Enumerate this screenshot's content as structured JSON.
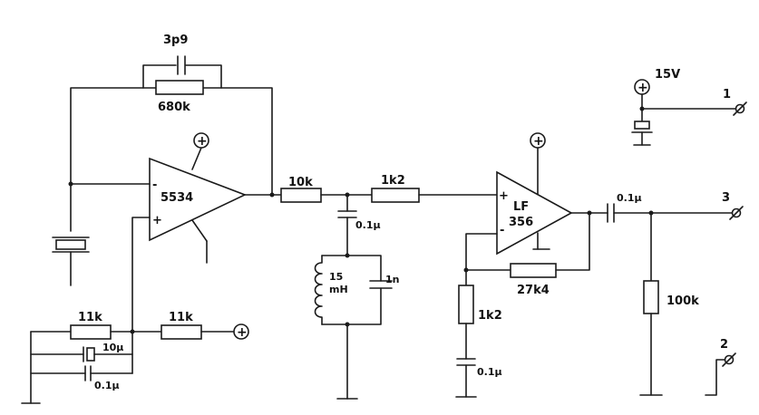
{
  "schematic": {
    "op1": {
      "label": "5534",
      "inv": "-",
      "noninv": "+"
    },
    "op2": {
      "label_line1": "LF",
      "label_line2": "356",
      "noninv": "+",
      "inv": "-"
    },
    "components": {
      "c_3p9": "3p9",
      "r_680k": "680k",
      "r_10k": "10k",
      "r_1k2_series": "1k2",
      "c_01u_shunt": "0.1µ",
      "l_15mh_a": "15",
      "l_15mh_b": "mH",
      "c_1n": "1n",
      "r_1k2_fb": "1k2",
      "c_01u_fb": "0.1µ",
      "r_27k4": "27k4",
      "c_01u_out": "0.1µ",
      "r_100k": "100k",
      "r_11k_left": "11k",
      "r_11k_right": "11k",
      "c_10u": "10µ",
      "c_01u_bias": "0.1µ"
    },
    "supply": {
      "label": "15V"
    },
    "terminals": {
      "t1": "1",
      "t2": "2",
      "t3": "3"
    },
    "plus_symbol": "+"
  }
}
